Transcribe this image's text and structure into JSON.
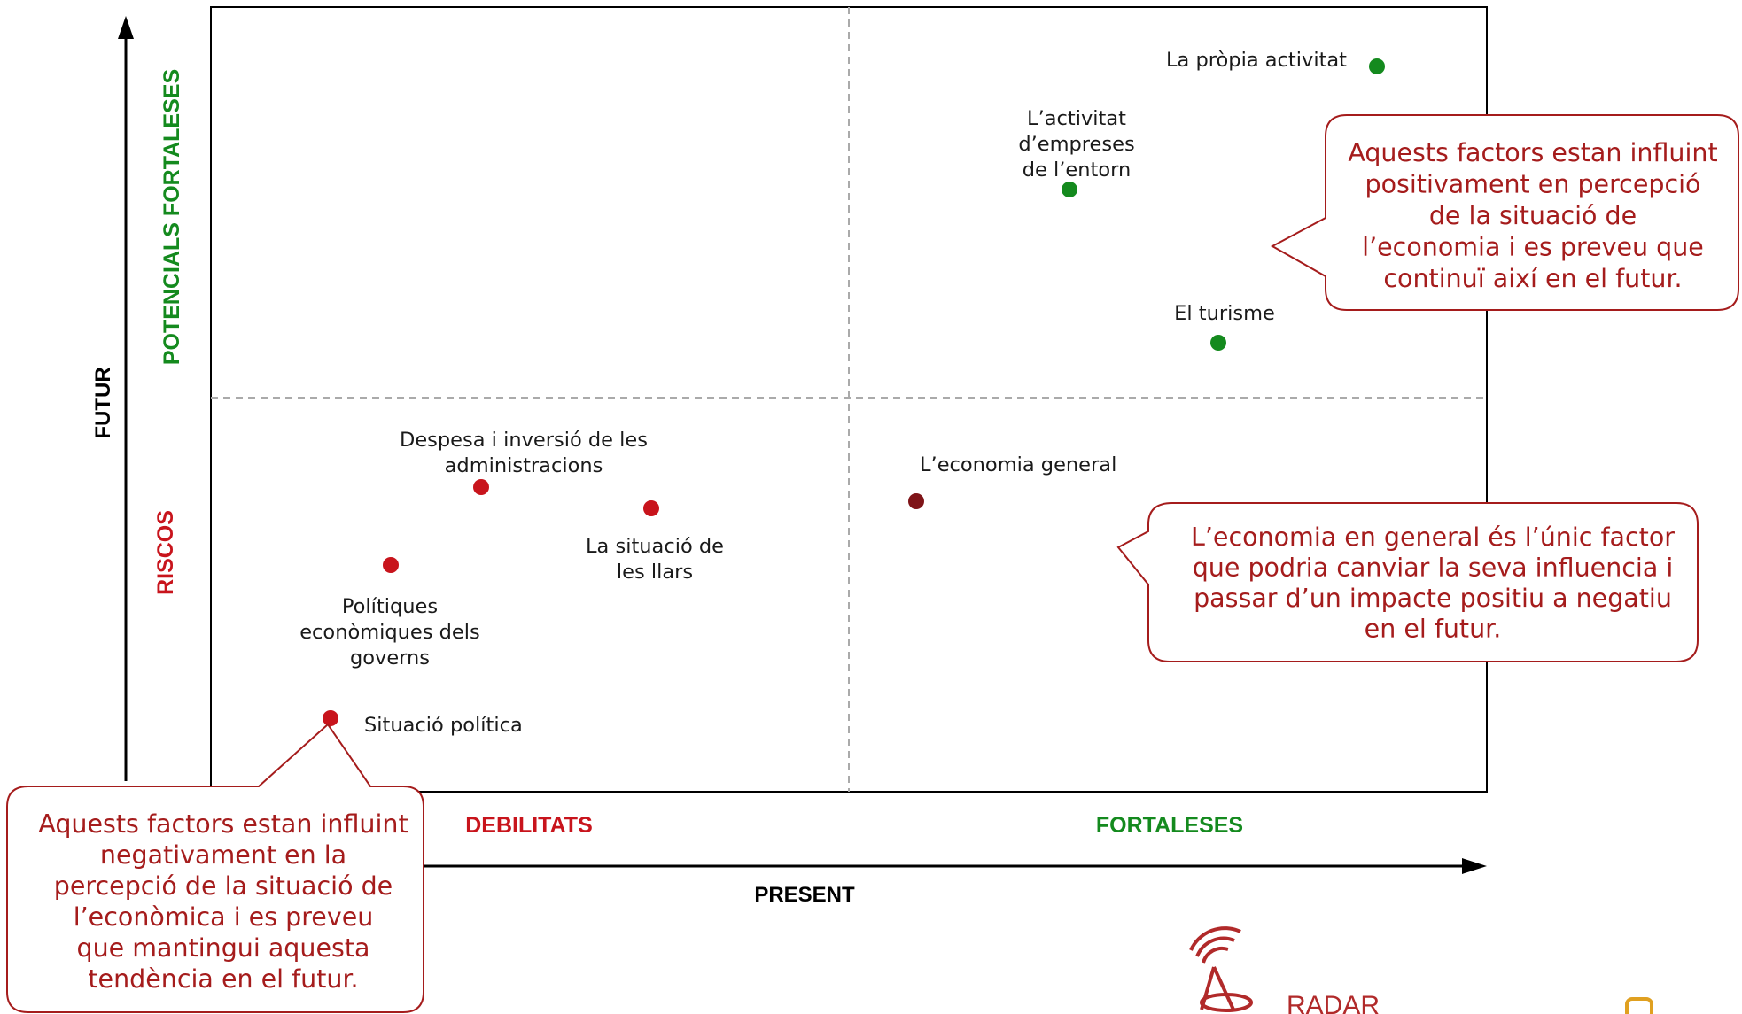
{
  "colors": {
    "strength": "#148a1e",
    "risk": "#c8141c",
    "ambiguous": "#7f1418",
    "callout_text": "#a51c1c",
    "callout_border": "#a51c1c",
    "axis": "#000000",
    "divider": "#aaaaaa"
  },
  "axes": {
    "x_title": "PRESENT",
    "y_title": "FUTUR"
  },
  "quadrants": {
    "top_left_label": "POTENCIALS FORTALESES",
    "bottom_left_label": "RISCOS",
    "left_bottom_label": "DEBILITATS",
    "right_bottom_label": "FORTALESES"
  },
  "chart_data": {
    "type": "scatter",
    "grid": "dashed quadrant dividers",
    "points": [
      {
        "name": "La pròpia activitat",
        "label_lines": [
          "La pròpia activitat"
        ],
        "group": "strength"
      },
      {
        "name": "L’activitat d’empreses de l’entorn",
        "label_lines": [
          "L’activitat",
          "d’empreses",
          "de l’entorn"
        ],
        "group": "strength"
      },
      {
        "name": "El turisme",
        "label_lines": [
          "El turisme"
        ],
        "group": "strength"
      },
      {
        "name": "L’economia general",
        "label_lines": [
          "L’economia general"
        ],
        "group": "ambiguous"
      },
      {
        "name": "Despesa i inversió de les administracions",
        "label_lines": [
          "Despesa i inversió de les",
          "administracions"
        ],
        "group": "risk"
      },
      {
        "name": "La situació de les llars",
        "label_lines": [
          "La situació de",
          "les llars"
        ],
        "group": "risk"
      },
      {
        "name": "Polítiques econòmiques dels governs",
        "label_lines": [
          "Polítiques",
          "econòmiques dels",
          "governs"
        ],
        "group": "risk"
      },
      {
        "name": "Situació política",
        "label_lines": [
          "Situació política"
        ],
        "group": "risk"
      }
    ]
  },
  "callouts": {
    "top_right_lines": [
      "Aquests factors estan influint",
      "positivament en percepció",
      "de la situació de",
      "l’economia i es preveu que",
      "continuï així en el futur."
    ],
    "middle_right_lines": [
      "L’economia en general és l’únic factor",
      "que podria canviar la seva influencia i",
      "passar d’un impacte positiu a negatiu",
      "en el futur."
    ],
    "bottom_left_lines": [
      "Aquests factors estan influint",
      "negativament en la",
      "percepció de la situació de",
      "l’econòmica i es preveu",
      "que mantingui aquesta",
      "tendència en el futur."
    ]
  },
  "logo": {
    "text": "RADAR",
    "icon": "radar-logo-icon"
  }
}
